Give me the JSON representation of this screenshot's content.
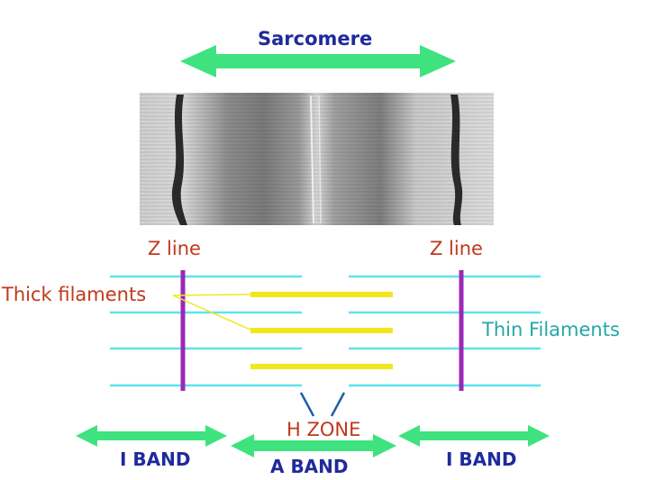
{
  "diagram": {
    "title": "Sarcomere",
    "z_line_left": "Z line",
    "z_line_right": "Z line",
    "thick_filaments": "Thick filaments",
    "thin_filaments": "Thin Filaments",
    "h_zone": "H ZONE",
    "i_band_left": "I BAND",
    "a_band": "A BAND",
    "i_band_right": "I BAND"
  },
  "colors": {
    "arrow": "#3ee37f",
    "thin_filament": "#5fe3ee",
    "thick_filament": "#f2e61d",
    "z_line": "#9b29b6",
    "label_red": "#c0391b",
    "label_navy": "#1f2a9c",
    "label_teal": "#23a7a7"
  }
}
